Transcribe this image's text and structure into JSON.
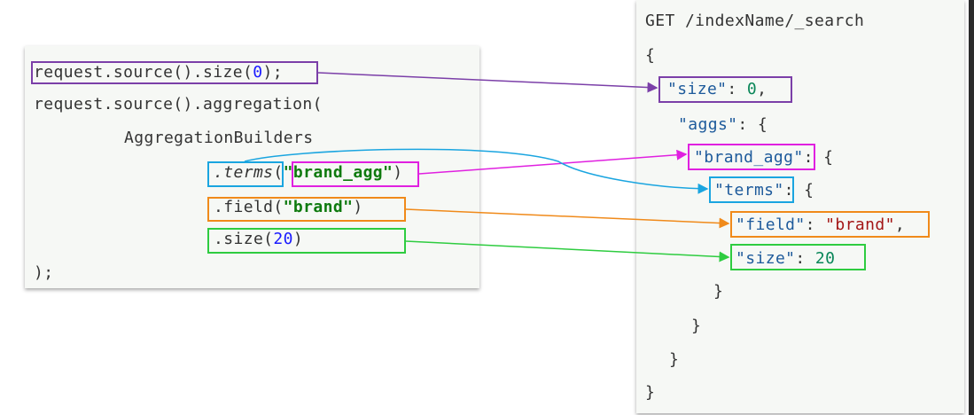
{
  "java": {
    "line1_prefix": "request.source().size(",
    "line1_num": "0",
    "line1_suffix": ");",
    "line2": "request.source().aggregation(",
    "line3": "AggregationBuilders",
    "line4_method": ".terms",
    "line4_open": "(",
    "line4_str": "\"brand_agg\"",
    "line4_close": ")",
    "line5_method": ".field(",
    "line5_str": "\"brand\"",
    "line5_close": ")",
    "line6_method": ".size(",
    "line6_num": "20",
    "line6_close": ")",
    "line7": ");"
  },
  "json": {
    "line1": "GET /indexName/_search",
    "line2": "{",
    "size_key": "\"size\"",
    "size_sep": ": ",
    "size_val": "0",
    "size_comma": ",",
    "aggs_key": "\"aggs\"",
    "aggs_rest": ": {",
    "brand_agg_key": "\"brand_agg\"",
    "brand_agg_rest": ": {",
    "terms_key": "\"terms\"",
    "terms_rest": ": {",
    "field_key": "\"field\"",
    "field_sep": ": ",
    "field_val": "\"brand\"",
    "field_comma": ",",
    "size2_key": "\"size\"",
    "size2_sep": ": ",
    "size2_val": "20",
    "close1": "}",
    "close2": "}",
    "close3": "}",
    "close4": "}"
  },
  "colors": {
    "purple": "#7b3fa8",
    "magenta": "#e020e0",
    "cyan": "#1aa5e0",
    "orange": "#f08a1a",
    "green": "#2ecc40"
  }
}
